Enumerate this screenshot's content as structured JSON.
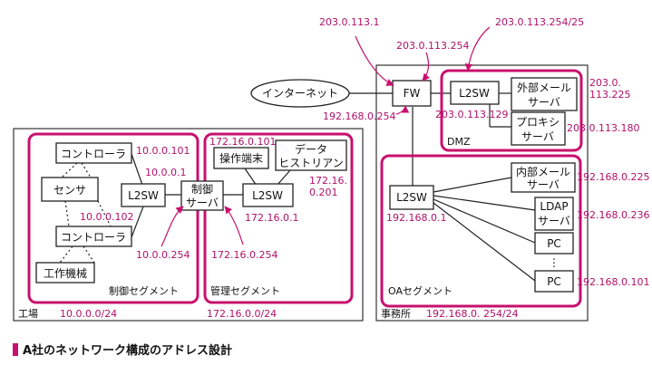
{
  "caption": "A社のネットワーク構成のアドレス設計",
  "colors": {
    "highlight": "#c8106e",
    "line": "#222222"
  },
  "internet": "インターネット",
  "fw": "FW",
  "zones": {
    "factory": "工場",
    "factory_net": "10.0.0.0/24",
    "control_segment": "制御セグメント",
    "mgmt_segment": "管理セグメント",
    "mgmt_net": "172.16.0.0/24",
    "office": "事務所",
    "office_net": "192.168.0. 254/24",
    "oa_segment": "OAセグメント",
    "dmz": "DMZ"
  },
  "devices": {
    "controller1": "コントローラ",
    "controller2": "コントローラ",
    "sensor": "センサ",
    "machine": "工作機械",
    "factory_l2sw": "L2SW",
    "control_server_l1": "制御",
    "control_server_l2": "サーバ",
    "mgmt_l2sw": "L2SW",
    "terminal": "操作端末",
    "historian_l1": "データ",
    "historian_l2": "ヒストリアン",
    "dmz_l2sw": "L2SW",
    "ext_mail_l1": "外部メール",
    "ext_mail_l2": "サーバ",
    "proxy_l1": "プロキシ",
    "proxy_l2": "サーバ",
    "oa_l2sw": "L2SW",
    "int_mail_l1": "内部メール",
    "int_mail_l2": "サーバ",
    "ldap_l1": "LDAP",
    "ldap_l2": "サーバ",
    "pc1": "PC",
    "pc_dots": "⋮",
    "pc2": "PC"
  },
  "addresses": {
    "fw_outside": "203.0.113.1",
    "fw_dmz": "203.0.113.254",
    "dmz_net": "203.0.113.254/25",
    "fw_inside": "192.168.0.254",
    "dmz_l2sw": "203.0.113.129",
    "ext_mail_l1": "203.0.",
    "ext_mail_l2": "113.225",
    "proxy": "203.0.113.180",
    "controller": "10.0.0.101",
    "factory_l2sw": "10.0.0.1",
    "controller2": "10.0.0.102",
    "control_server_factory": "10.0.0.254",
    "terminal": "172.16.0.101",
    "historian_l1": "172.16.",
    "historian_l2": "0.201",
    "mgmt_l2sw": "172.16.0.1",
    "control_server_mgmt": "172.16.0.254",
    "int_mail": "192.168.0.225",
    "ldap": "192.168.0.236",
    "oa_l2sw": "192.168.0.1",
    "pc": "192.168.0.101"
  }
}
